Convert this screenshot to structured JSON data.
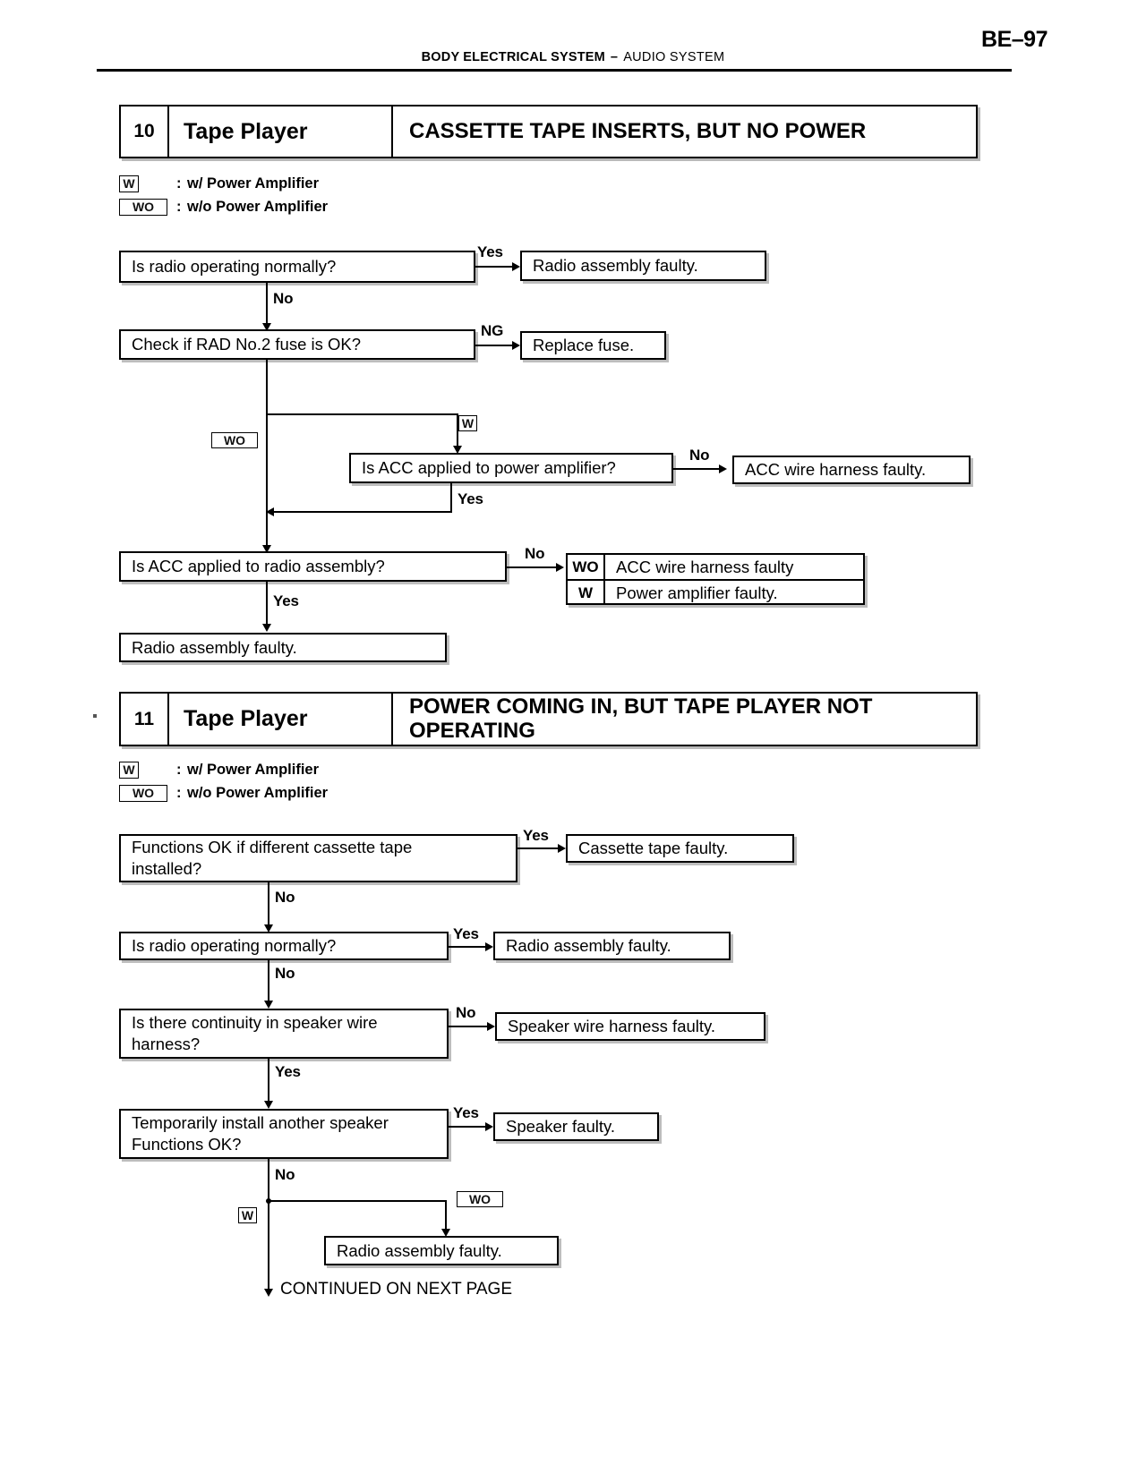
{
  "header": {
    "page_number": "BE–97",
    "title": "BODY ELECTRICAL SYSTEM",
    "separator": "–",
    "subtitle": "AUDIO SYSTEM"
  },
  "legend": {
    "w_tag": "W",
    "wo_tag": "WO",
    "colon": ":",
    "w_text": "w/ Power Amplifier",
    "wo_text": "w/o Power Amplifier"
  },
  "section10": {
    "number": "10",
    "name": "Tape Player",
    "description": "CASSETTE TAPE INSERTS, BUT NO POWER",
    "boxes": {
      "q1": "Is radio operating normally?",
      "r1": "Radio assembly faulty.",
      "q2": "Check if RAD No.2 fuse is OK?",
      "r2": "Replace fuse.",
      "q3": "Is ACC applied to power amplifier?",
      "r3": "ACC wire harness faulty.",
      "q4": "Is ACC applied to radio assembly?",
      "r4_wo_tag": "WO",
      "r4_wo_text": "ACC wire harness faulty",
      "r4_w_tag": "W",
      "r4_w_text": "Power amplifier faulty.",
      "r5": "Radio assembly faulty."
    },
    "labels": {
      "yes1": "Yes",
      "no1": "No",
      "ng": "NG",
      "wo_branch": "WO",
      "w_branch": "W",
      "no2": "No",
      "yes2": "Yes",
      "no3": "No",
      "yes3": "Yes"
    }
  },
  "section11": {
    "number": "11",
    "name": "Tape Player",
    "description": "POWER COMING IN, BUT TAPE PLAYER NOT OPERATING",
    "boxes": {
      "q1_line1": "Functions OK if different cassette tape",
      "q1_line2": "installed?",
      "r1": "Cassette tape faulty.",
      "q2": "Is radio operating normally?",
      "r2": "Radio assembly faulty.",
      "q3_line1": "Is there continuity in speaker wire",
      "q3_line2": "harness?",
      "r3": "Speaker wire harness faulty.",
      "q4_line1": "Temporarily install another speaker",
      "q4_line2": "Functions OK?",
      "r4": "Speaker faulty.",
      "r5": "Radio assembly faulty."
    },
    "labels": {
      "yes1": "Yes",
      "no1": "No",
      "yes2": "Yes",
      "no2": "No",
      "no3": "No",
      "yes3": "Yes",
      "yes4": "Yes",
      "no4": "No",
      "w_branch": "W",
      "wo_branch": "WO"
    },
    "footer": "CONTINUED ON NEXT PAGE"
  }
}
